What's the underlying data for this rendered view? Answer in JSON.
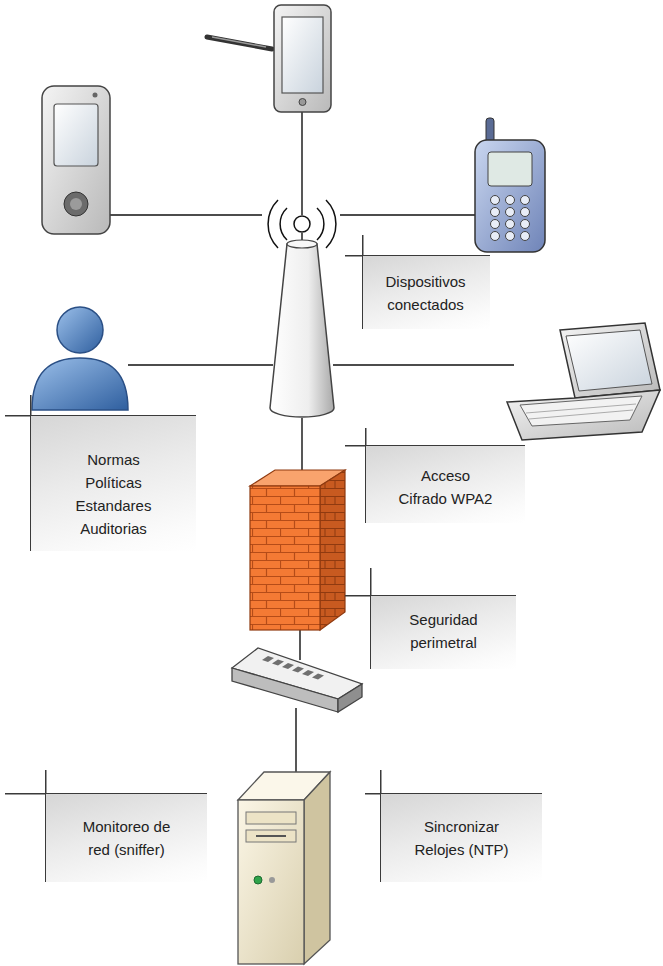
{
  "diagram": {
    "nodes": [
      {
        "text": [
          "Dispositivos conectados"
        ]
      },
      {
        "text": [
          "Normas Políticas Estandares Auditorias"
        ]
      },
      {
        "text": [
          "Acceso Cifrado WPA2"
        ]
      },
      {
        "text": [
          "Seguridad perimetral"
        ]
      },
      {
        "text": [
          "Monitoreo de red (sniffer)"
        ]
      },
      {
        "text": [
          "Sincronizar Relojes (NTP)"
        ]
      }
    ]
  }
}
